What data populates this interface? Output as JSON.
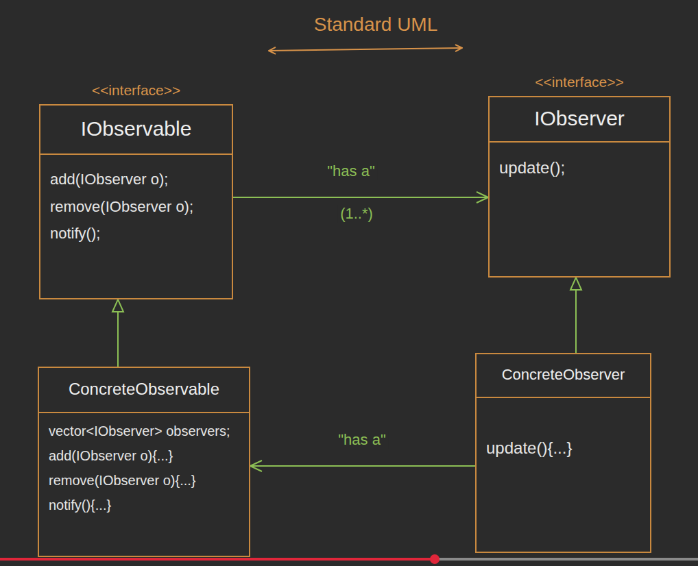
{
  "diagram": {
    "title": "Standard UML",
    "nodes": [
      {
        "text": [
          "<<interface>>",
          "IObservable",
          "add(IObserver o);",
          "remove(IObserver o);",
          "notify();"
        ]
      },
      {
        "text": [
          "<<interface>>",
          "IObserver",
          "update();"
        ]
      },
      {
        "text": [
          "ConcreteObservable",
          "vector<IObserver> observers;",
          "add(IObserver o){...}",
          "remove(IObserver o){...}",
          "notify(){...}"
        ]
      },
      {
        "text": [
          "ConcreteObserver",
          "update(){...}"
        ]
      }
    ],
    "edges": [
      {
        "from": 0,
        "to": 1,
        "arrow": "to",
        "label": "\"has a\""
      },
      {
        "from": 2,
        "to": 0,
        "arrow": "to"
      },
      {
        "from": 3,
        "to": 1,
        "arrow": "to"
      },
      {
        "from": 3,
        "to": 2,
        "arrow": "to",
        "label": "\"has a\""
      }
    ],
    "labels": [
      "(1..*)"
    ]
  }
}
